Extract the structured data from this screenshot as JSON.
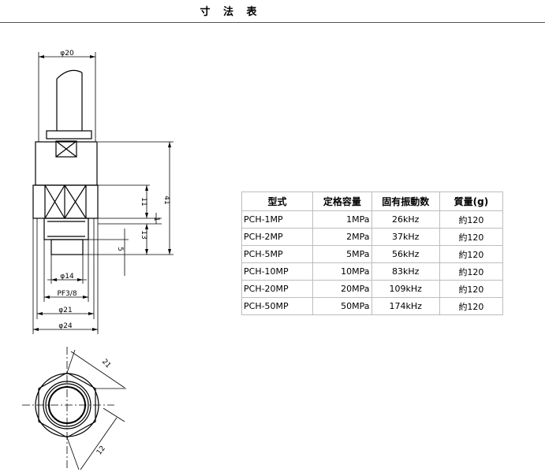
{
  "page": {
    "title": "寸 法 表"
  },
  "drawing": {
    "dims": {
      "d20": "φ20",
      "d14": "φ14",
      "pf": "PF3/8",
      "d21": "φ21",
      "d24": "φ24",
      "h41": "41",
      "h11": "11",
      "h1": "1",
      "h13": "13",
      "h5": "5",
      "top21": "21",
      "top12": "12"
    }
  },
  "table": {
    "headers": [
      "型式",
      "定格容量",
      "固有振動数",
      "質量(g)"
    ],
    "rows": [
      [
        "PCH-1MP",
        "1MPa",
        "26kHz",
        "約120"
      ],
      [
        "PCH-2MP",
        "2MPa",
        "37kHz",
        "約120"
      ],
      [
        "PCH-5MP",
        "5MPa",
        "56kHz",
        "約120"
      ],
      [
        "PCH-10MP",
        "10MPa",
        "83kHz",
        "約120"
      ],
      [
        "PCH-20MP",
        "20MPa",
        "109kHz",
        "約120"
      ],
      [
        "PCH-50MP",
        "50MPa",
        "174kHz",
        "約120"
      ]
    ]
  }
}
